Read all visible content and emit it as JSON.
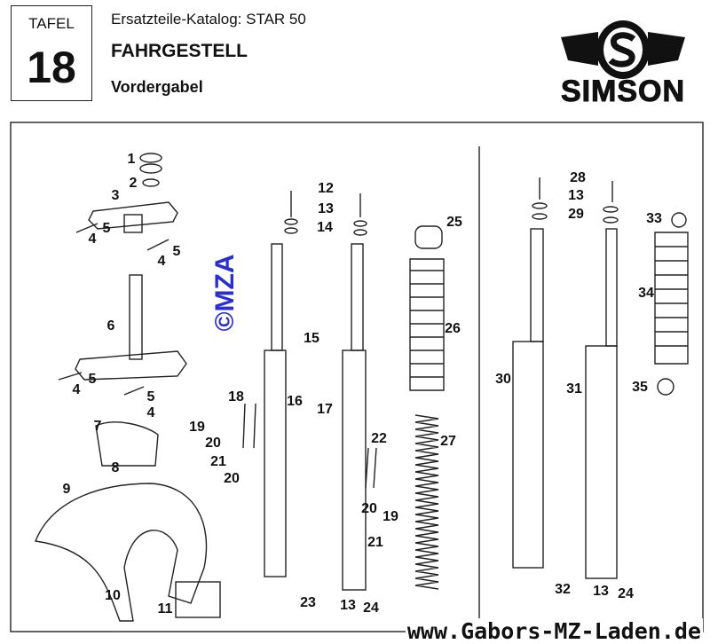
{
  "header": {
    "tafel_label": "TAFEL",
    "tafel_number": "18",
    "catalog": "Ersatzteile-Katalog: STAR 50",
    "section": "FAHRGESTELL",
    "subsection": "Vordergabel",
    "logo_text": "SIMSON"
  },
  "watermark": "©MZA",
  "callouts": [
    "1",
    "2",
    "3",
    "5",
    "4",
    "4",
    "5",
    "6",
    "4",
    "5",
    "5",
    "4",
    "7",
    "8",
    "9",
    "10",
    "11",
    "12",
    "13",
    "14",
    "15",
    "16",
    "17",
    "18",
    "19",
    "20",
    "21",
    "20",
    "22",
    "20",
    "19",
    "21",
    "23",
    "13",
    "24",
    "25",
    "26",
    "27",
    "28",
    "13",
    "29",
    "33",
    "34",
    "35",
    "30",
    "31",
    "32",
    "13",
    "24"
  ],
  "footer_url": "www.Gabors-MZ-Laden.de",
  "colors": {
    "watermark": "#2a2fd0",
    "ink": "#111111"
  }
}
